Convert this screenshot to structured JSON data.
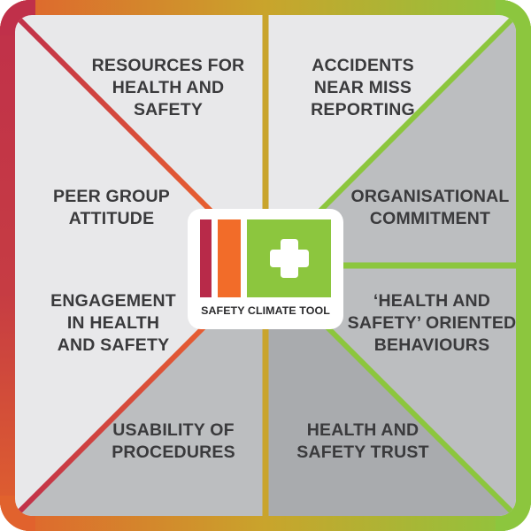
{
  "diagram": {
    "title": "Safety Climate Tool quadrant diagram",
    "colors": {
      "crimson": "#b82a49",
      "orange": "#f26c29",
      "gold": "#c9a42c",
      "green": "#8cc63e",
      "panel_light": "#e8e8ea",
      "panel_gray": "#bcbec0",
      "label_text": "#3a3a3c",
      "tile_background": "#ffffff"
    },
    "quadrants": [
      {
        "id": "top-left",
        "outer_label": "RESOURCES FOR\nHEALTH AND\nSAFETY",
        "inner_label": "PEER GROUP\nATTITUDE"
      },
      {
        "id": "top-right",
        "outer_label": "ACCIDENTS\nNEAR MISS\nREPORTING",
        "inner_label": "ORGANISATIONAL\nCOMMITMENT"
      },
      {
        "id": "bottom-left",
        "outer_label": "ENGAGEMENT\nIN HEALTH\nAND SAFETY",
        "inner_label": "USABILITY OF\nPROCEDURES"
      },
      {
        "id": "bottom-right",
        "outer_label": "‘HEALTH AND\nSAFETY’ ORIENTED\nBEHAVIOURS",
        "inner_label": "HEALTH AND\nSAFETY TRUST"
      }
    ]
  },
  "logo": {
    "wordmark": "SAFETY CLIMATE TOOL",
    "icon_name": "medical-cross-icon",
    "bar_colors": [
      "#b82a49",
      "#f26c29",
      "#8cc63e"
    ]
  }
}
